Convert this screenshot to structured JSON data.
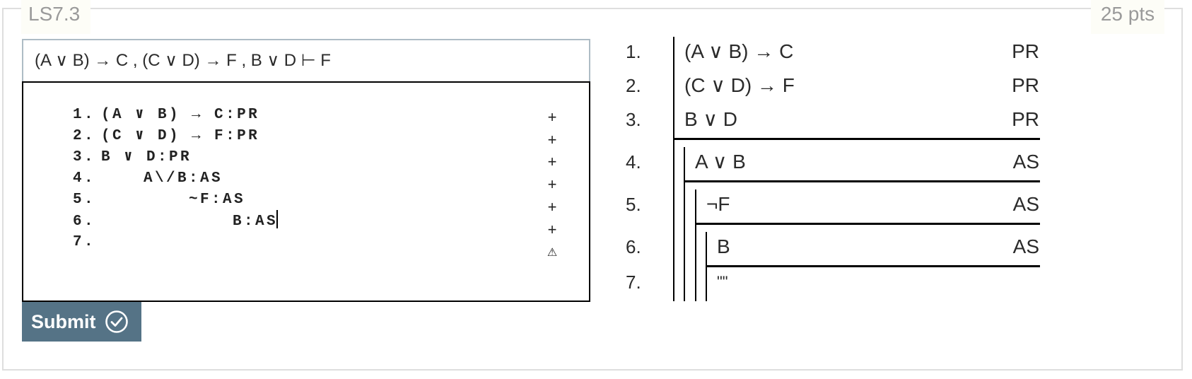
{
  "problem": {
    "id": "LS7.3",
    "points": "25 pts",
    "sequent": "(A ∨ B) → C , (C ∨ D) → F , B ∨ D ⊢ F"
  },
  "editor": {
    "lines": [
      {
        "num": "1.",
        "text": "(A ∨ B) → C:PR",
        "indent": 0,
        "marker": "+"
      },
      {
        "num": "2.",
        "text": "(C ∨ D) → F:PR",
        "indent": 0,
        "marker": "+"
      },
      {
        "num": "3.",
        "text": "B ∨ D:PR",
        "indent": 0,
        "marker": "+"
      },
      {
        "num": "4.",
        "text": "A\\/B:AS",
        "indent": 1,
        "marker": "+"
      },
      {
        "num": "5.",
        "text": "~F:AS",
        "indent": 2,
        "marker": "+"
      },
      {
        "num": "6.",
        "text": "B:AS",
        "indent": 3,
        "marker": "+"
      },
      {
        "num": "7.",
        "text": "",
        "indent": 0,
        "marker": "⚠"
      }
    ]
  },
  "submit": {
    "label": "Submit",
    "icon": "circle-check-icon",
    "color": "#557386"
  },
  "proof": {
    "lines": [
      {
        "num": "1.",
        "formula": "(A ∨ B) → C",
        "justification": "PR",
        "depth": 0
      },
      {
        "num": "2.",
        "formula": "(C ∨ D) → F",
        "justification": "PR",
        "depth": 0
      },
      {
        "num": "3.",
        "formula": "B ∨ D",
        "justification": "PR",
        "depth": 0
      },
      {
        "num": "4.",
        "formula": "A ∨ B",
        "justification": "AS",
        "depth": 1
      },
      {
        "num": "5.",
        "formula": "¬F",
        "justification": "AS",
        "depth": 2
      },
      {
        "num": "6.",
        "formula": "B",
        "justification": "AS",
        "depth": 3
      },
      {
        "num": "7.",
        "formula": "\"\"",
        "justification": "",
        "depth": 3
      }
    ]
  }
}
